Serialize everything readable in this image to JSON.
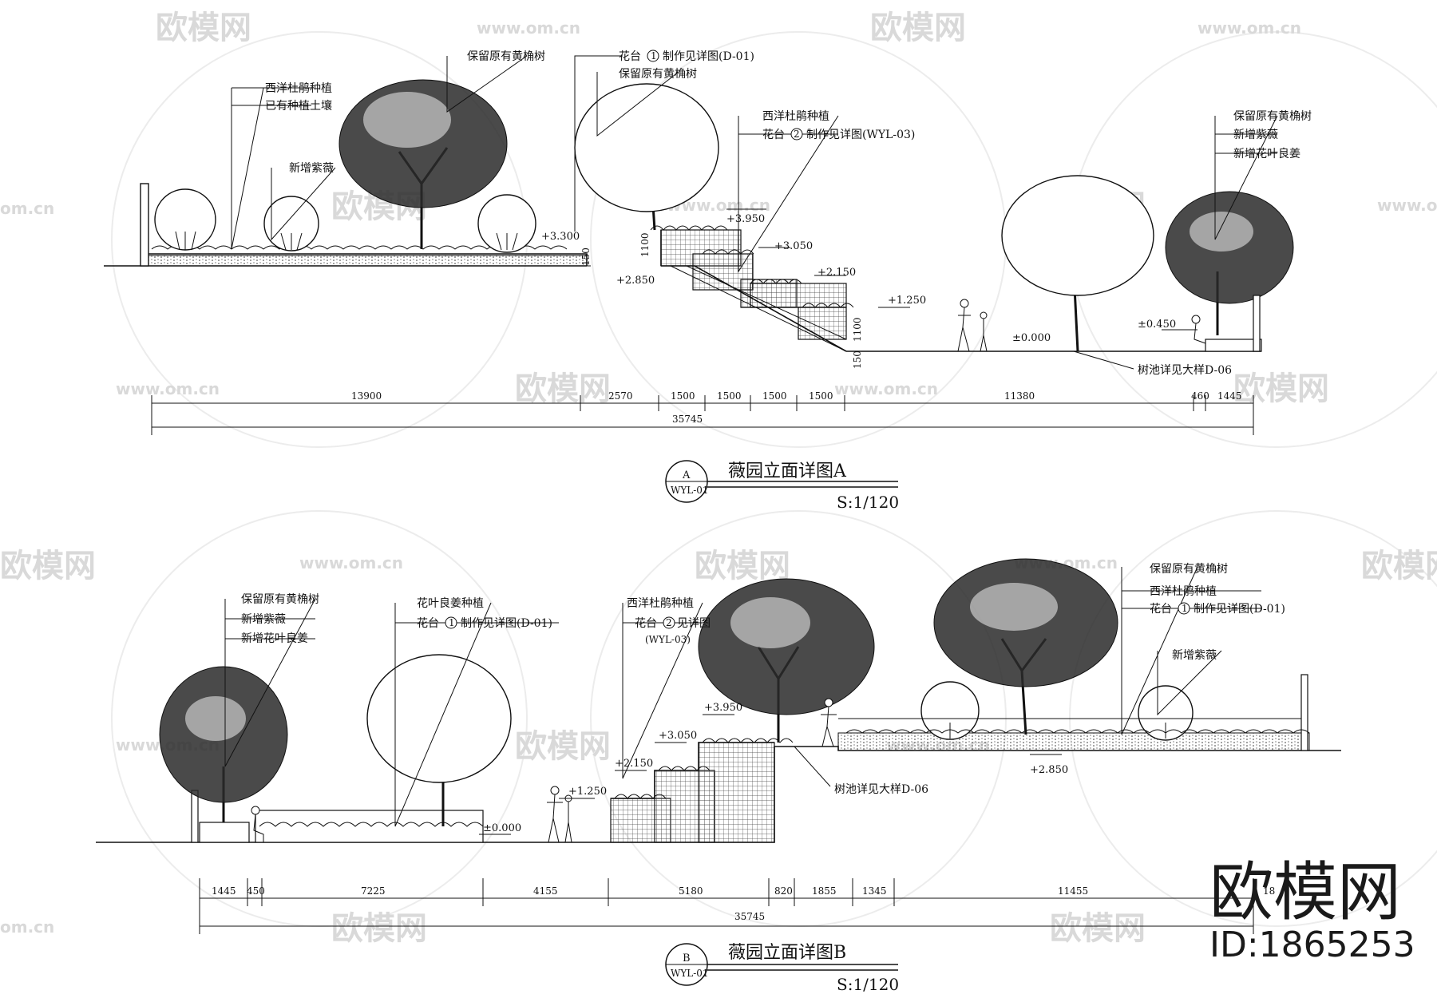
{
  "watermarks": {
    "site_url": "www.om.cn",
    "site_url_short": "om.cn",
    "brand_cn": "欧模网",
    "logo_text": "欧模网",
    "id_text": "ID:1865253"
  },
  "elevation_a": {
    "title": "薇园立面详图A",
    "bubble_letter": "A",
    "bubble_ref": "WYL-01",
    "scale": "S:1/120",
    "labels": {
      "l1": "西洋杜鹃种植",
      "l2": "已有种植土壤",
      "l3": "保留原有黄桷树",
      "l4": "新增紫薇",
      "l5": "花台",
      "l5_num": "1",
      "l5_tail": "制作见详图(D-01)",
      "l6": "保留原有黄桷树",
      "l7": "西洋杜鹃种植",
      "l8": "花台",
      "l8_num": "2",
      "l8_tail": "制作见详图(WYL-03)",
      "l9": "保留原有黄桷树",
      "l10": "新增紫薇",
      "l11": "新增花叶良姜",
      "l12": "树池详见大样D-06"
    },
    "elevations": {
      "e1": "+3.300",
      "e2": "+2.850",
      "e3": "+3.950",
      "e4": "+3.050",
      "e5": "+2.150",
      "e6": "+1.250",
      "e7": "±0.000",
      "e8": "±0.450"
    },
    "vdims": {
      "v1": "1100",
      "v2": "150",
      "v3": "1100",
      "v4": "150"
    },
    "dims": [
      "13900",
      "2570",
      "1500",
      "1500",
      "1500",
      "1500",
      "11380",
      "460",
      "1445"
    ],
    "total": "35745"
  },
  "elevation_b": {
    "title": "薇园立面详图B",
    "bubble_letter": "B",
    "bubble_ref": "WYL-01",
    "scale": "S:1/120",
    "labels": {
      "l1": "保留原有黄桷树",
      "l2": "新增紫薇",
      "l3": "新增花叶良姜",
      "l4": "花叶良姜种植",
      "l5": "花台",
      "l5_num": "1",
      "l5_tail": "制作见详图(D-01)",
      "l6": "西洋杜鹃种植",
      "l7": "花台",
      "l7_num": "2",
      "l7_tail": "见详图",
      "l7_ref": "(WYL-03)",
      "l8": "保留原有黄桷树",
      "l9": "西洋杜鹃种植",
      "l10": "花台",
      "l10_num": "1",
      "l10_tail": "制作见详图(D-01)",
      "l11": "新增紫薇",
      "l12": "树池详见大样D-06"
    },
    "elevations": {
      "e1": "+3.950",
      "e2": "+3.050",
      "e3": "+2.150",
      "e4": "+1.250",
      "e5": "±0.000",
      "e6": "+2.850"
    },
    "dims": [
      "1445",
      "450",
      "7225",
      "4155",
      "5180",
      "820",
      "1855",
      "1345",
      "11455",
      "18"
    ],
    "total": "35745"
  }
}
